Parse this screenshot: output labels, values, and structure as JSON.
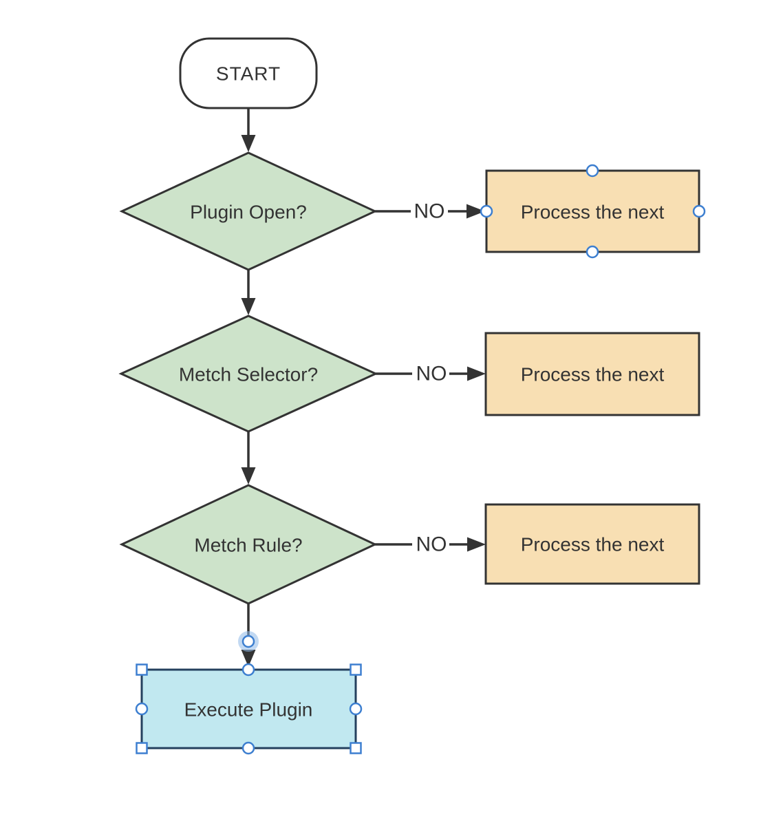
{
  "colors": {
    "background": "#ffffff",
    "edge": "#333333",
    "text": "#333333",
    "node_border": "#333333",
    "terminator_fill": "#ffffff",
    "decision_fill": "#cde3ca",
    "process_fill": "#f8dfb3",
    "selected_fill": "#c1e8f0",
    "selected_border": "#24405e",
    "handle_stroke": "#3d7fd0"
  },
  "nodes": {
    "start": {
      "label": "START"
    },
    "decision_plugin_open": {
      "label": "Plugin Open?"
    },
    "decision_metch_selector": {
      "label": "Metch Selector?"
    },
    "decision_metch_rule": {
      "label": "Metch Rule?"
    },
    "process_next_1": {
      "label": "Process the next"
    },
    "process_next_2": {
      "label": "Process the next"
    },
    "process_next_3": {
      "label": "Process the next"
    },
    "execute_plugin": {
      "label": "Execute Plugin"
    }
  },
  "edges": {
    "no_1": {
      "label": "NO"
    },
    "no_2": {
      "label": "NO"
    },
    "no_3": {
      "label": "NO"
    }
  }
}
